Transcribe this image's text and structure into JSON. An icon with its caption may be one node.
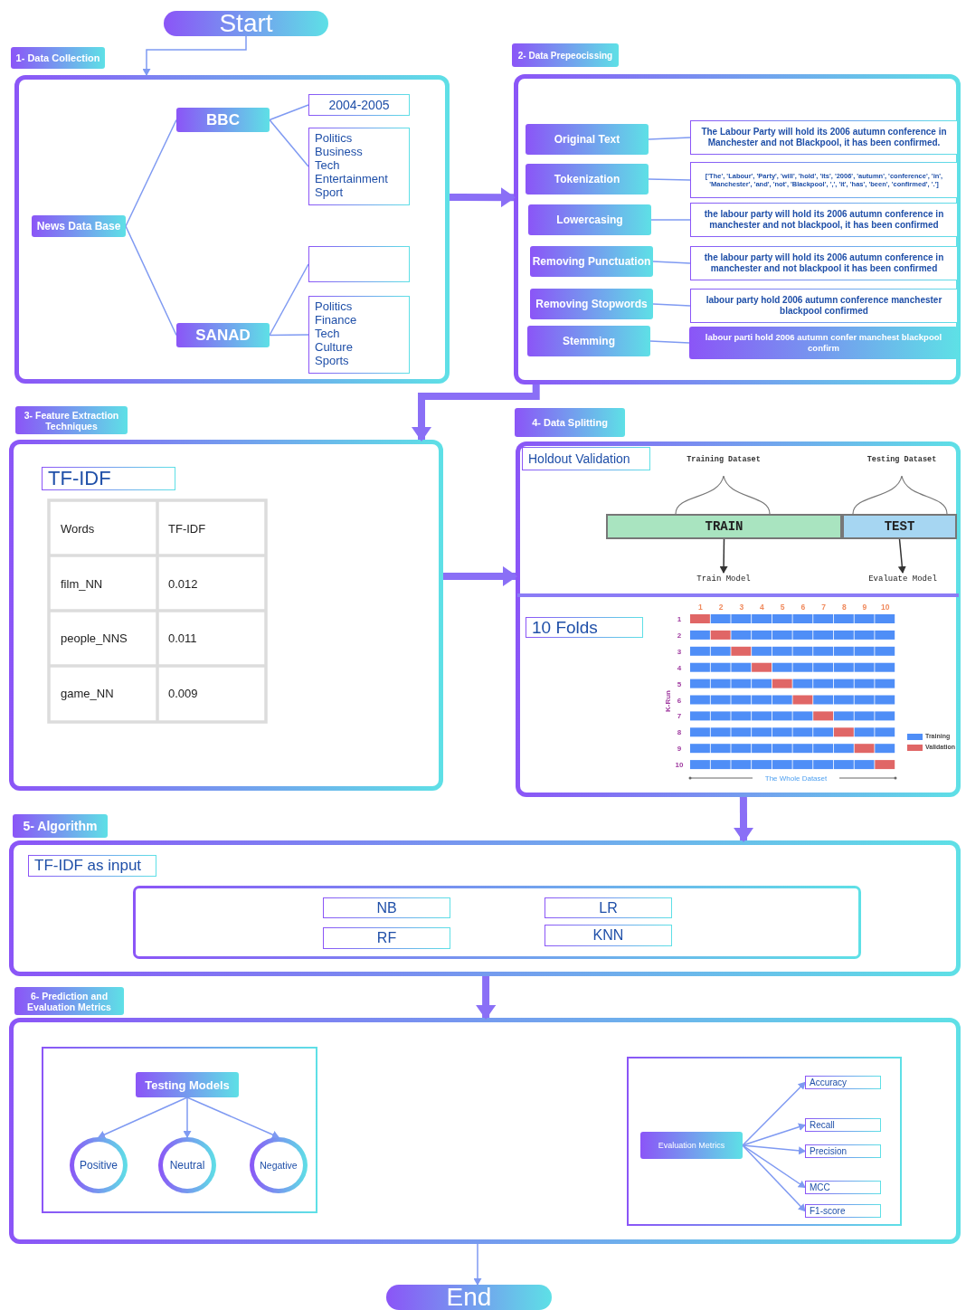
{
  "diagram": {
    "nodes": [
      {
        "text": [
          "Start"
        ]
      },
      {
        "text": [
          "1- Data Collection"
        ]
      },
      {
        "text": [],
        "shape": "box"
      },
      {
        "text": [
          "News Data Base"
        ],
        "in": 2
      },
      {
        "text": [
          "BBC"
        ],
        "in": 2
      },
      {
        "text": [
          "SANAD"
        ],
        "in": 2
      },
      {
        "text": [
          "2004-2005"
        ],
        "in": 2
      },
      {
        "text": [
          "Politics Business Tech Entertainment Sport"
        ],
        "in": 2
      },
      {
        "text": [],
        "shape": "box",
        "in": 2
      },
      {
        "text": [
          "Politics Finance Tech Culture Sports"
        ],
        "in": 2
      },
      {
        "text": [
          "2- Data Prepeocissing"
        ]
      },
      {
        "text": [],
        "shape": "box"
      },
      {
        "text": [
          "Original Text"
        ],
        "in": 11
      },
      {
        "text": [
          "The Labour Party will hold its 2006 autumn conference in Manchester and not Blackpool, it has been confirmed."
        ],
        "in": 11
      },
      {
        "text": [
          "Tokenization"
        ],
        "in": 11
      },
      {
        "text": [
          "['The', 'Labour', 'Party', 'will', 'hold', 'its', '2006', 'autumn', 'conference', 'in', 'Manchester', 'and', 'not', 'Blackpool', ',', 'it', 'has', 'been', 'confirmed', '.']"
        ],
        "in": 11
      },
      {
        "text": [
          "Lowercasing"
        ],
        "in": 11
      },
      {
        "text": [
          "the labour party will hold its 2006 autumn conference in manchester and not blackpool, it has been confirmed"
        ],
        "in": 11
      },
      {
        "text": [
          "Removing Punctuation"
        ],
        "in": 11
      },
      {
        "text": [
          "the labour party will hold its 2006 autumn conference in manchester and not blackpool it has been confirmed"
        ],
        "in": 11
      },
      {
        "text": [
          "Removing Stopwords"
        ],
        "in": 11
      },
      {
        "text": [
          "labour party hold 2006 autumn conference manchester blackpool confirmed"
        ],
        "in": 11
      },
      {
        "text": [
          "Stemming"
        ],
        "in": 11
      },
      {
        "text": [
          "labour parti hold 2006 autumn confer manchest blackpool confirm"
        ],
        "in": 11
      },
      {
        "text": [
          "3- Feature Extraction Techniques"
        ]
      },
      {
        "text": [],
        "shape": "box"
      },
      {
        "text": [
          "TF-IDF"
        ],
        "in": 25
      },
      {
        "text": [
          "4- Data Splitting"
        ]
      },
      {
        "text": [],
        "shape": "box"
      },
      {
        "text": [
          "Holdout Validation"
        ],
        "in": 28
      },
      {
        "text": [
          "TRAIN"
        ],
        "in": 28
      },
      {
        "text": [
          "TEST"
        ],
        "in": 28
      },
      {
        "text": [
          "Train Model"
        ],
        "in": 28
      },
      {
        "text": [
          "Evaluate Model"
        ],
        "in": 28
      },
      {
        "text": [
          "10 Folds"
        ],
        "in": 28
      },
      {
        "text": [
          "5- Algorithm"
        ]
      },
      {
        "text": [],
        "shape": "box"
      },
      {
        "text": [
          "TF-IDF as input"
        ],
        "in": 36
      },
      {
        "text": [],
        "shape": "box",
        "in": 36
      },
      {
        "text": [
          "NB"
        ],
        "in": 38
      },
      {
        "text": [
          "LR"
        ],
        "in": 38
      },
      {
        "text": [
          "RF"
        ],
        "in": 38
      },
      {
        "text": [
          "KNN"
        ],
        "in": 38
      },
      {
        "text": [
          "6- Prediction and Evaluation Metrics"
        ]
      },
      {
        "text": [],
        "shape": "box"
      },
      {
        "text": [],
        "shape": "box",
        "in": 44
      },
      {
        "text": [
          "Testing Models"
        ],
        "in": 45
      },
      {
        "text": [
          "Positive"
        ],
        "in": 45
      },
      {
        "text": [
          "Neutral"
        ],
        "in": 45
      },
      {
        "text": [
          "Negative"
        ],
        "in": 45
      },
      {
        "text": [],
        "shape": "box",
        "in": 44
      },
      {
        "text": [
          "Evaluation Metrics"
        ],
        "in": 50
      },
      {
        "text": [
          "Accuracy"
        ],
        "in": 50
      },
      {
        "text": [
          "Recall"
        ],
        "in": 50
      },
      {
        "text": [
          "Precision"
        ],
        "in": 50
      },
      {
        "text": [
          "MCC"
        ],
        "in": 50
      },
      {
        "text": [
          "F1-score"
        ],
        "in": 50
      },
      {
        "text": [
          "End"
        ]
      }
    ],
    "edges": [
      {
        "from": 0,
        "to": 2,
        "arrow": "to"
      },
      {
        "from": 3,
        "to": 4,
        "arrow": "none"
      },
      {
        "from": 3,
        "to": 5,
        "arrow": "none"
      },
      {
        "from": 4,
        "to": 6,
        "arrow": "none"
      },
      {
        "from": 4,
        "to": 7,
        "arrow": "none"
      },
      {
        "from": 5,
        "to": 8,
        "arrow": "none"
      },
      {
        "from": 5,
        "to": 9,
        "arrow": "none"
      },
      {
        "from": 2,
        "to": 11,
        "arrow": "to",
        "style": "thick"
      },
      {
        "from": 12,
        "to": 13,
        "arrow": "none"
      },
      {
        "from": 14,
        "to": 15,
        "arrow": "none"
      },
      {
        "from": 16,
        "to": 17,
        "arrow": "none"
      },
      {
        "from": 18,
        "to": 19,
        "arrow": "none"
      },
      {
        "from": 20,
        "to": 21,
        "arrow": "none"
      },
      {
        "from": 22,
        "to": 23,
        "arrow": "none"
      },
      {
        "from": 11,
        "to": 25,
        "arrow": "to",
        "style": "thick"
      },
      {
        "from": 25,
        "to": 28,
        "arrow": "to",
        "style": "thick"
      },
      {
        "from": 30,
        "to": 32,
        "arrow": "to",
        "color": "#333333"
      },
      {
        "from": 31,
        "to": 33,
        "arrow": "to",
        "color": "#333333"
      },
      {
        "from": 28,
        "to": 36,
        "arrow": "to",
        "style": "thick"
      },
      {
        "from": 36,
        "to": 44,
        "arrow": "to",
        "style": "thick"
      },
      {
        "from": 46,
        "to": 47,
        "arrow": "to"
      },
      {
        "from": 46,
        "to": 48,
        "arrow": "to"
      },
      {
        "from": 46,
        "to": 49,
        "arrow": "to"
      },
      {
        "from": 51,
        "to": 52,
        "arrow": "to"
      },
      {
        "from": 51,
        "to": 53,
        "arrow": "to"
      },
      {
        "from": 51,
        "to": 54,
        "arrow": "to"
      },
      {
        "from": 51,
        "to": 55,
        "arrow": "to"
      },
      {
        "from": 51,
        "to": 56,
        "arrow": "to"
      },
      {
        "from": 44,
        "to": 57,
        "arrow": "to"
      }
    ],
    "labels": [
      "Training Dataset",
      "Testing Dataset",
      "Words",
      "TF-IDF",
      "film_NN",
      "0.012",
      "people_NNS",
      "0.011",
      "game_NN",
      "0.009",
      "1",
      "2",
      "3",
      "4",
      "5",
      "6",
      "7",
      "8",
      "9",
      "10",
      "1",
      "2",
      "3",
      "4",
      "5",
      "6",
      "7",
      "8",
      "9",
      "10",
      "K-Run",
      "The Whole Dataset"
    ],
    "legend": [
      {
        "text": "Training",
        "color": "#4f8ef7"
      },
      {
        "text": "Validation",
        "color": "#e06666"
      }
    ]
  }
}
